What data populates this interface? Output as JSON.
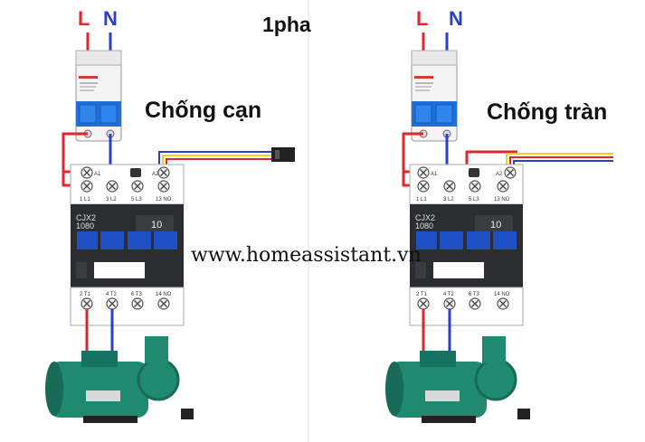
{
  "title": "1pha",
  "left_panel": {
    "label": "Chống cạn",
    "wire_L": "L",
    "wire_N": "N",
    "contactor_model": "CJX2\n1080",
    "contactor_model_line1": "CJX2",
    "contactor_model_line2": "1080",
    "contactor_rating": "10",
    "top_terminals": [
      "1 L1",
      "3 L2",
      "5 L3",
      "13 NO"
    ],
    "coil_terminals": [
      "A1",
      "A2"
    ],
    "bottom_terminals": [
      "2 T1",
      "4 T2",
      "6 T3",
      "14 NO"
    ]
  },
  "right_panel": {
    "label": "Chống tràn",
    "wire_L": "L",
    "wire_N": "N",
    "contactor_model_line1": "CJX2",
    "contactor_model_line2": "1080",
    "contactor_rating": "10",
    "top_terminals": [
      "1 L1",
      "3 L2",
      "5 L3",
      "13 NO"
    ],
    "coil_terminals": [
      "A1",
      "A2"
    ],
    "bottom_terminals": [
      "2 T1",
      "4 T2",
      "6 T3",
      "14 NO"
    ]
  },
  "website": "www.homeassistant.vn",
  "colors": {
    "line_wire": "#e3262d",
    "neutral_wire": "#2a3fd0",
    "sensor_yellow": "#f2d21a",
    "contactor_body": "#2b2d30",
    "breaker_handle": "#1e6fd8",
    "pump_green": "#1f8a6f"
  }
}
